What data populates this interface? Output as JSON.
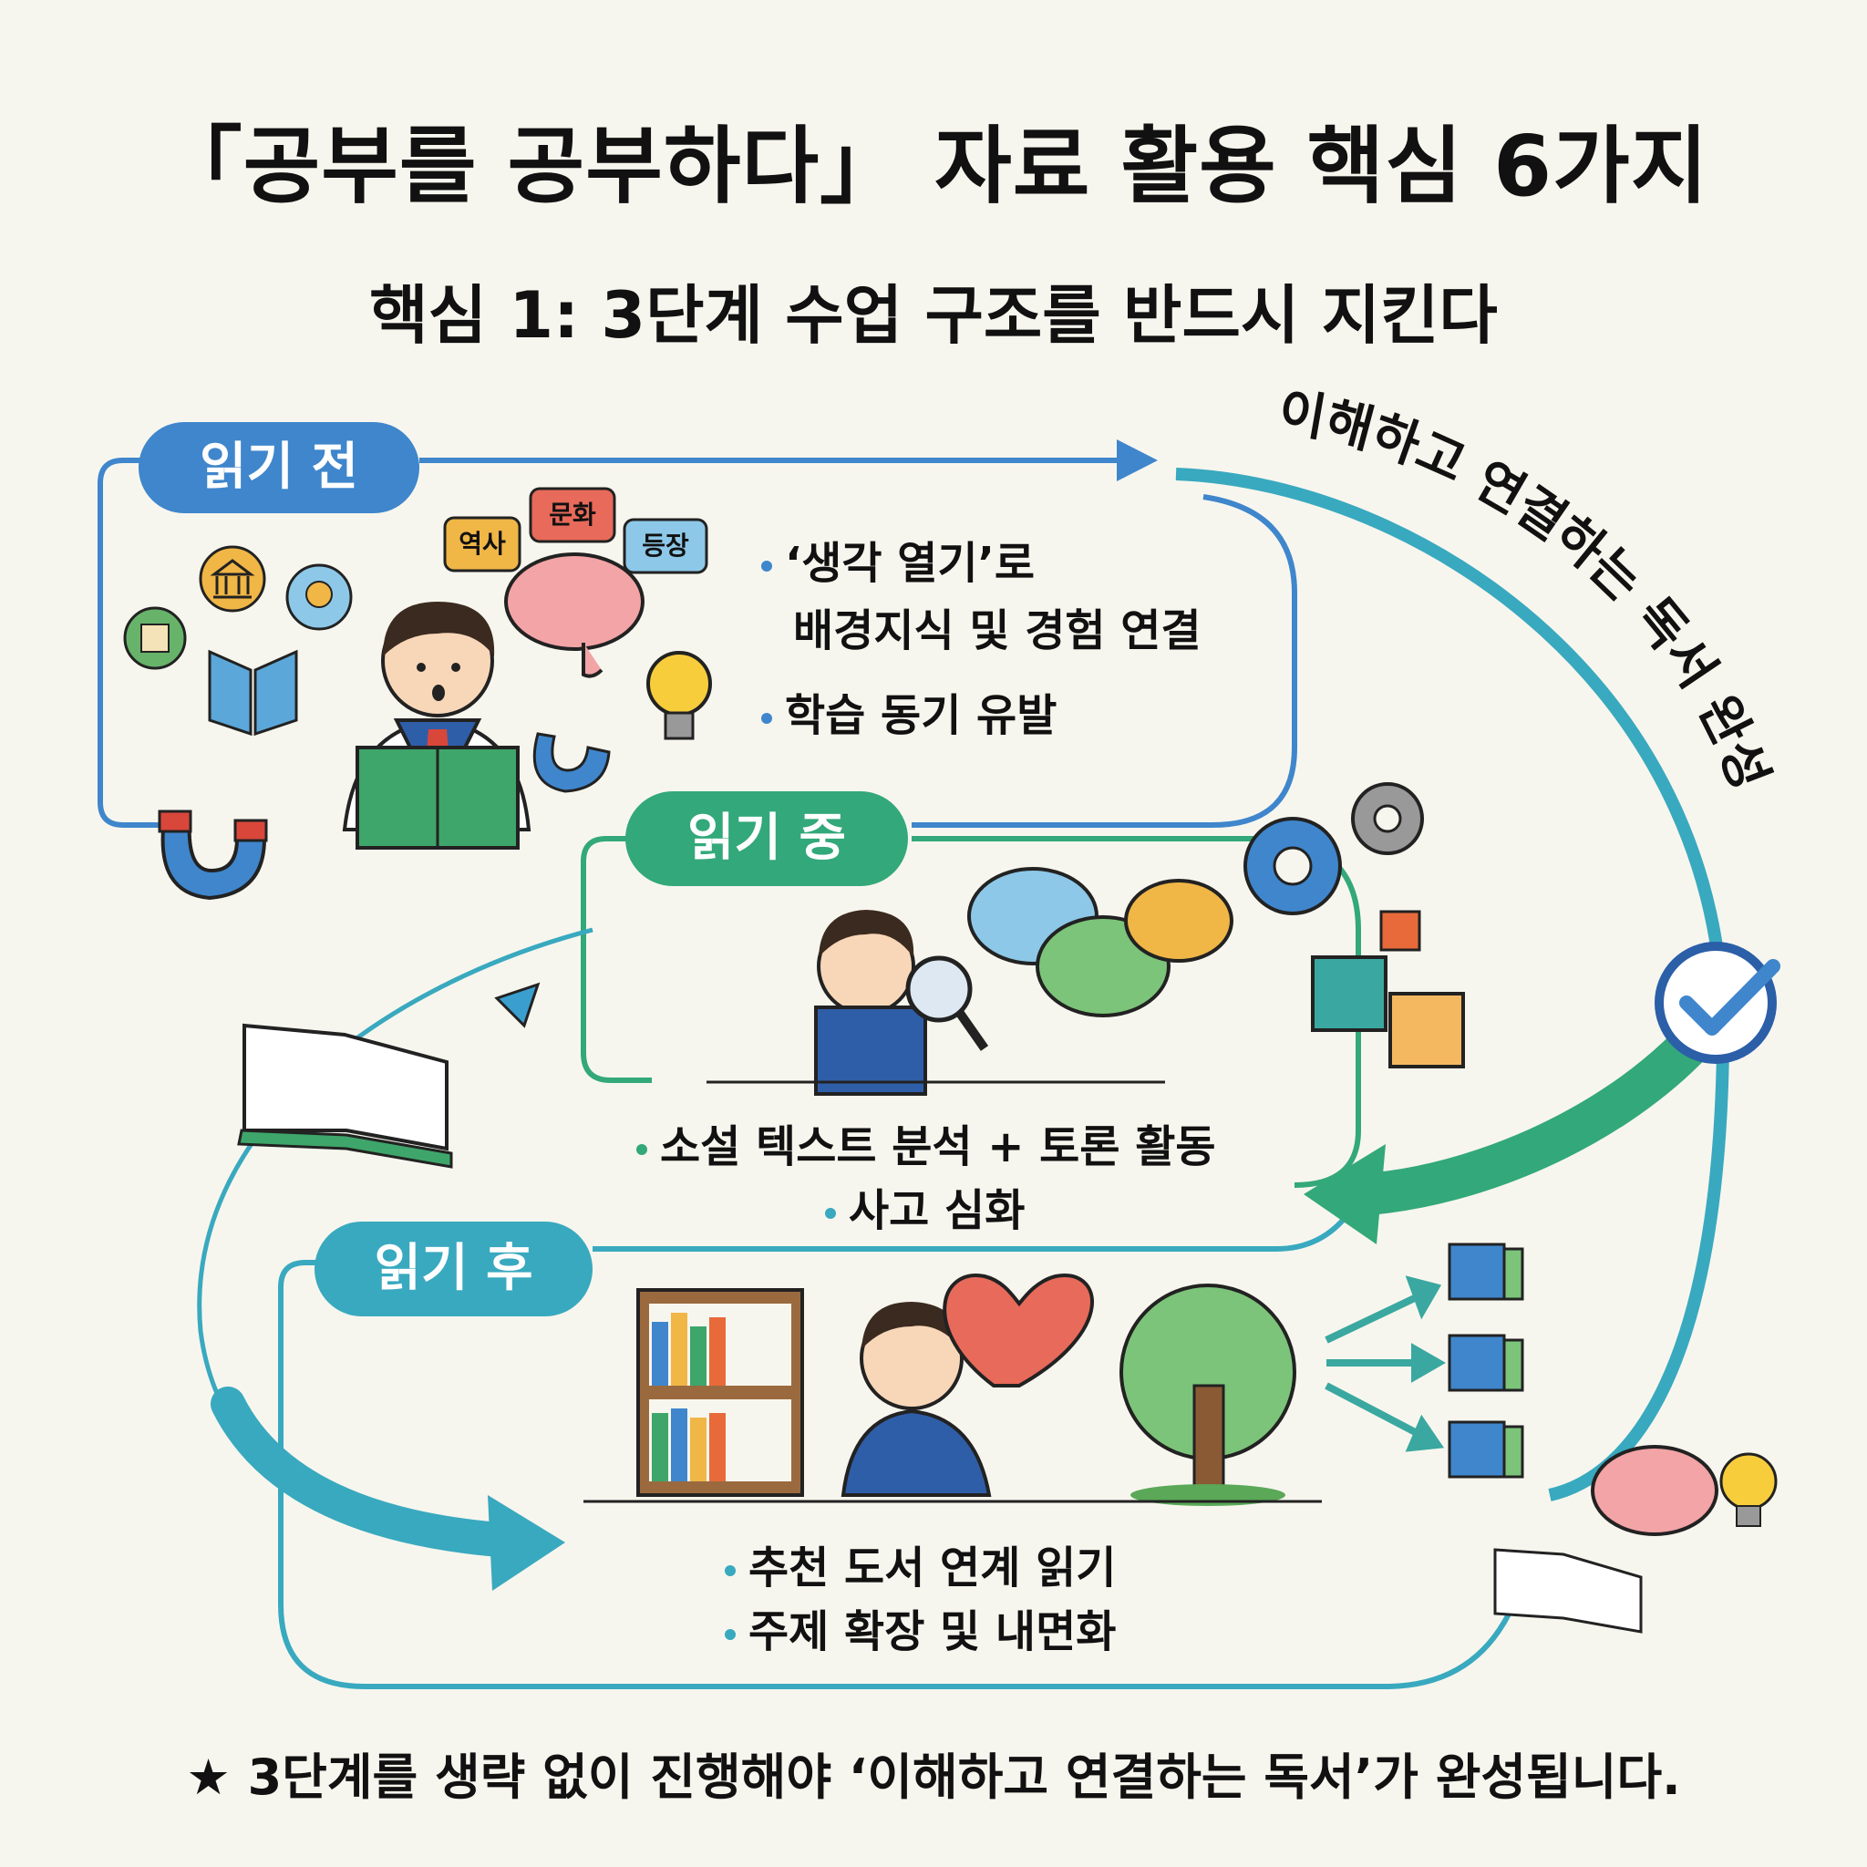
{
  "title": "「공부를 공부하다」 자료 활용 핵심 6가지",
  "subtitle": "핵심 1: 3단계 수업 구조를 반드시 지킨다",
  "arc_label": "이해하고 연결하는 독서 완성",
  "stages": {
    "before": {
      "label": "읽기 전",
      "bullet1_line1": "‘생각 열기’로",
      "bullet1_line2": "배경지식 및 경험 연결",
      "bullet2": "학습 동기 유발"
    },
    "during": {
      "label": "읽기 중",
      "bullet1": "소설 텍스트 분석 + 토론 활동",
      "bullet2": "사고 심화"
    },
    "after": {
      "label": "읽기 후",
      "bullet1": "추천 도서 연계 읽기",
      "bullet2": "주제 확장 및 내면화"
    }
  },
  "brain_tags": [
    "역사",
    "문화",
    "등장"
  ],
  "footer": "★ 3단계를 생략 없이 진행해야 ‘이해하고 연결하는 독서’가 완성됩니다.",
  "colors": {
    "before": "#3f86cc",
    "during": "#33a87a",
    "after": "#39a9bf",
    "background": "#f7f6ee"
  }
}
